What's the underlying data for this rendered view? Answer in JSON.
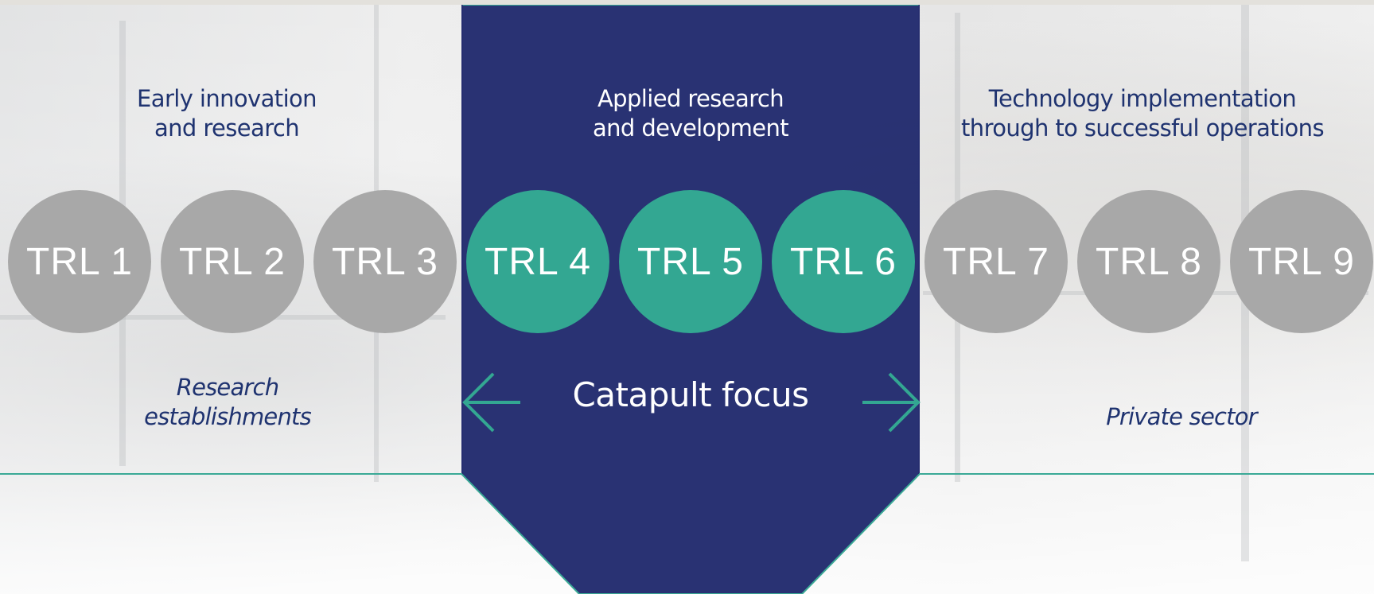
{
  "headings": {
    "early": "Early innovation\nand research",
    "applied": "Applied research\nand development",
    "implementation": "Technology implementation\nthrough to successful operations"
  },
  "trl": [
    {
      "label": "TRL 1",
      "focus": false
    },
    {
      "label": "TRL 2",
      "focus": false
    },
    {
      "label": "TRL 3",
      "focus": false
    },
    {
      "label": "TRL 4",
      "focus": true
    },
    {
      "label": "TRL 5",
      "focus": true
    },
    {
      "label": "TRL 6",
      "focus": true
    },
    {
      "label": "TRL 7",
      "focus": false
    },
    {
      "label": "TRL 8",
      "focus": false
    },
    {
      "label": "TRL 9",
      "focus": false
    }
  ],
  "sectors": {
    "left": "Research\nestablishments",
    "center": "Catapult focus",
    "right": "Private sector"
  },
  "colors": {
    "navy": "#222b6e",
    "teal": "#33a792",
    "grey": "#a8a8a8",
    "heading_text": "#1f3370"
  }
}
